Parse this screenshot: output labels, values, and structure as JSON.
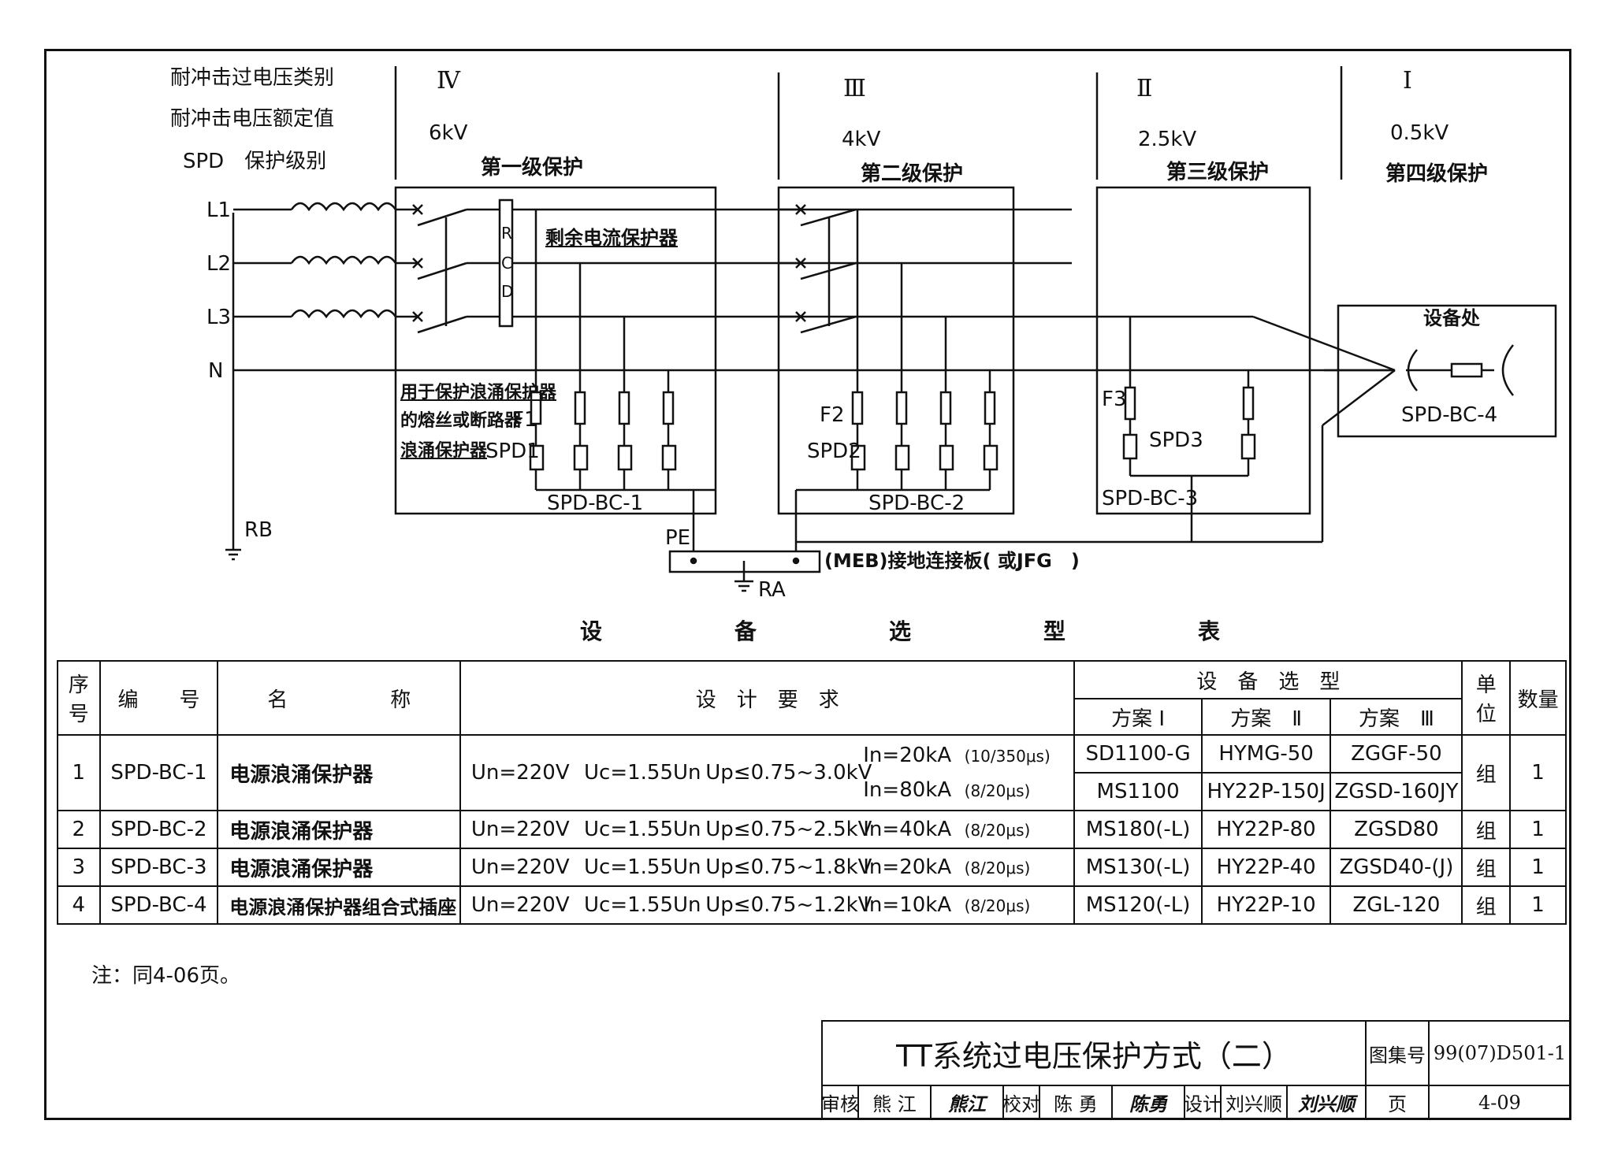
{
  "header": {
    "row1": "耐冲击过电压类别",
    "row2": "耐冲击电压额定值",
    "row3": "SPD　保护级别"
  },
  "categories": [
    {
      "roman": "Ⅳ",
      "voltage": "6kV",
      "level": "第一级保护"
    },
    {
      "roman": "Ⅲ",
      "voltage": "4kV",
      "level": "第二级保护"
    },
    {
      "roman": "Ⅱ",
      "voltage": "2.5kV",
      "level": "第三级保护"
    },
    {
      "roman": "Ⅰ",
      "voltage": "0.5kV",
      "level": "第四级保护"
    }
  ],
  "diagram": {
    "lines": [
      "L1",
      "L2",
      "L3",
      "N"
    ],
    "rcd": [
      "R",
      "C",
      "D"
    ],
    "rcd_label": "剩余电流保护器",
    "fuse_note1": "用于保护浪涌保护器",
    "fuse_note2": "的熔丝或断路器",
    "spd_note": "浪涌保护器",
    "f1": "F1",
    "f2": "F2",
    "f3": "F3",
    "spd1": "SPD1",
    "spd2": "SPD2",
    "spd3": "SPD3",
    "box1": "SPD-BC-1",
    "box2": "SPD-BC-2",
    "box3": "SPD-BC-3",
    "device_label": "设备处",
    "box4": "SPD-BC-4",
    "rb": "RB",
    "ra": "RA",
    "pe": "PE",
    "meb": "(MEB)接地连接板( 或JFG　)"
  },
  "table_title": "设　　　　　　备　　　　　　选　　　　　　型　　　　　　表",
  "table": {
    "h_seq": "序号",
    "h_code": "编　　号",
    "h_name": "名　　　　　称",
    "h_req": "设　计　要　求",
    "h_sel": "设　备　选　型",
    "h_p1": "方案 Ⅰ",
    "h_p2": "方案　Ⅱ",
    "h_p3": "方案　Ⅲ",
    "h_unit": "单位",
    "h_qty": "数量",
    "rows": [
      {
        "seq": "1",
        "code": "SPD-BC-1",
        "name": "电源浪涌保护器",
        "un": "Un=220V",
        "uc": "Uc=1.55Un",
        "up": "Up≤0.75~3.0kV",
        "in_a": "In=20kA",
        "w_a": "(10/350μs)",
        "in_b": "In=80kA",
        "w_b": "(8/20μs)",
        "p1a": "SD1100-G",
        "p2a": "HYMG-50",
        "p3a": "ZGGF-50",
        "p1b": "MS1100",
        "p2b": "HY22P-150J",
        "p3b": "ZGSD-160JY",
        "unit": "组",
        "qty": "1"
      },
      {
        "seq": "2",
        "code": "SPD-BC-2",
        "name": "电源浪涌保护器",
        "un": "Un=220V",
        "uc": "Uc=1.55Un",
        "up": "Up≤0.75~2.5kV",
        "in_a": "In=40kA",
        "w_a": "(8/20μs)",
        "p1a": "MS180(-L)",
        "p2a": "HY22P-80",
        "p3a": "ZGSD80",
        "unit": "组",
        "qty": "1"
      },
      {
        "seq": "3",
        "code": "SPD-BC-3",
        "name": "电源浪涌保护器",
        "un": "Un=220V",
        "uc": "Uc=1.55Un",
        "up": "Up≤0.75~1.8kV",
        "in_a": "In=20kA",
        "w_a": "(8/20μs)",
        "p1a": "MS130(-L)",
        "p2a": "HY22P-40",
        "p3a": "ZGSD40-(J)",
        "unit": "组",
        "qty": "1"
      },
      {
        "seq": "4",
        "code": "SPD-BC-4",
        "name": "电源浪涌保护器组合式插座",
        "un": "Un=220V",
        "uc": "Uc=1.55Un",
        "up": "Up≤0.75~1.2kV",
        "in_a": "In=10kA",
        "w_a": "(8/20μs)",
        "p1a": "MS120(-L)",
        "p2a": "HY22P-10",
        "p3a": "ZGL-120",
        "unit": "组",
        "qty": "1"
      }
    ]
  },
  "note": "注：同4-06页。",
  "title_block": {
    "title": "TT系统过电压保护方式（二）",
    "atlas_label": "图集号",
    "atlas_no": "99(07)D501-1",
    "review_label": "审核",
    "reviewer": "熊 江",
    "reviewer_sig": "熊江",
    "check_label": "校对",
    "checker": "陈 勇",
    "checker_sig": "陈勇",
    "design_label": "设计",
    "designer": "刘兴顺",
    "designer_sig": "刘兴顺",
    "page_label": "页",
    "page_no": "4-09"
  }
}
